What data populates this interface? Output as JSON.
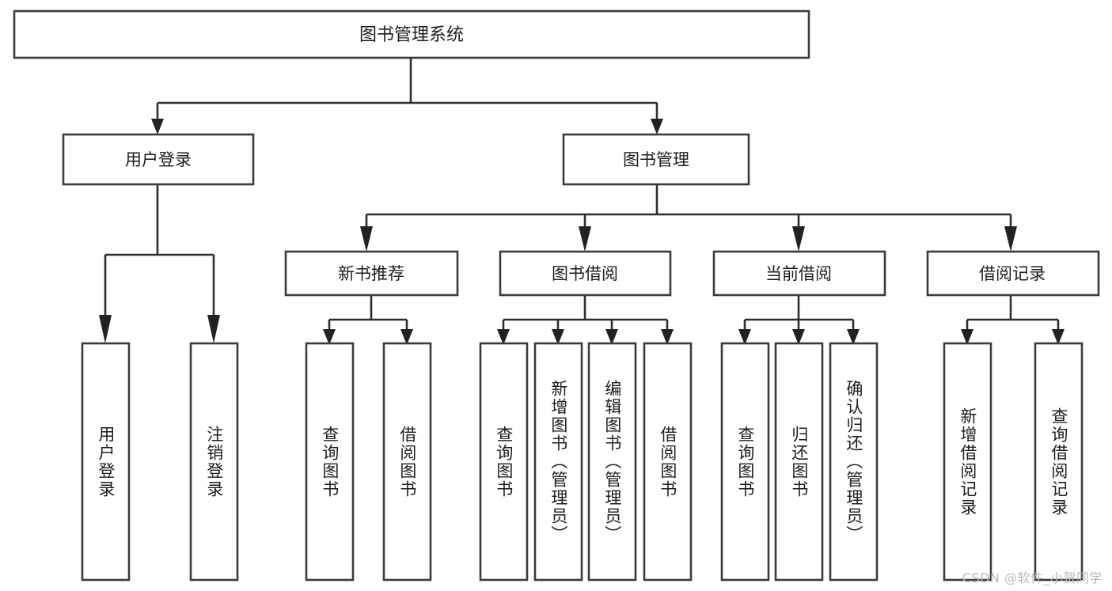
{
  "diagram": {
    "type": "hierarchy-tree",
    "title": "图书管理系统",
    "watermark": "CSDN @软件_小贺同学",
    "colors": {
      "box_stroke": "#3b3b3b",
      "connector": "#2e2e2e",
      "text": "#1d1d1d",
      "background": "#ffffff",
      "watermark": "#b9b9b9"
    },
    "root": {
      "label": "图书管理系统"
    },
    "level2": [
      {
        "label": "用户登录"
      },
      {
        "label": "图书管理"
      }
    ],
    "level3": [
      {
        "label": "新书推荐"
      },
      {
        "label": "图书借阅"
      },
      {
        "label": "当前借阅"
      },
      {
        "label": "借阅记录"
      }
    ],
    "leaves": {
      "user_login": [
        {
          "label": "用户登录"
        },
        {
          "label": "注销登录"
        }
      ],
      "new_book_recommend": [
        {
          "label": "查询图书"
        },
        {
          "label": "借阅图书"
        }
      ],
      "book_borrow": [
        {
          "label": "查询图书"
        },
        {
          "label": "新增图书（管理员）"
        },
        {
          "label": "编辑图书（管理员）"
        },
        {
          "label": "借阅图书"
        }
      ],
      "current_borrow": [
        {
          "label": "查询图书"
        },
        {
          "label": "归还图书"
        },
        {
          "label": "确认归还（管理员）"
        }
      ],
      "borrow_record": [
        {
          "label": "新增借阅记录"
        },
        {
          "label": "查询借阅记录"
        }
      ]
    }
  },
  "chart_data": {
    "type": "table",
    "title": "图书管理系统",
    "nodes": [
      {
        "id": "root",
        "label": "图书管理系统",
        "level": 1,
        "parent": null
      },
      {
        "id": "user-login",
        "label": "用户登录",
        "level": 2,
        "parent": "root"
      },
      {
        "id": "book-manage",
        "label": "图书管理",
        "level": 2,
        "parent": "root"
      },
      {
        "id": "new-book",
        "label": "新书推荐",
        "level": 3,
        "parent": "book-manage"
      },
      {
        "id": "book-borrow",
        "label": "图书借阅",
        "level": 3,
        "parent": "book-manage"
      },
      {
        "id": "current-borrow",
        "label": "当前借阅",
        "level": 3,
        "parent": "book-manage"
      },
      {
        "id": "borrow-record",
        "label": "借阅记录",
        "level": 3,
        "parent": "book-manage"
      },
      {
        "id": "leaf-1",
        "label": "用户登录",
        "level": 4,
        "parent": "user-login"
      },
      {
        "id": "leaf-2",
        "label": "注销登录",
        "level": 4,
        "parent": "user-login"
      },
      {
        "id": "leaf-3",
        "label": "查询图书",
        "level": 4,
        "parent": "new-book"
      },
      {
        "id": "leaf-4",
        "label": "借阅图书",
        "level": 4,
        "parent": "new-book"
      },
      {
        "id": "leaf-5",
        "label": "查询图书",
        "level": 4,
        "parent": "book-borrow"
      },
      {
        "id": "leaf-6",
        "label": "新增图书（管理员）",
        "level": 4,
        "parent": "book-borrow"
      },
      {
        "id": "leaf-7",
        "label": "编辑图书（管理员）",
        "level": 4,
        "parent": "book-borrow"
      },
      {
        "id": "leaf-8",
        "label": "借阅图书",
        "level": 4,
        "parent": "book-borrow"
      },
      {
        "id": "leaf-9",
        "label": "查询图书",
        "level": 4,
        "parent": "current-borrow"
      },
      {
        "id": "leaf-10",
        "label": "归还图书",
        "level": 4,
        "parent": "current-borrow"
      },
      {
        "id": "leaf-11",
        "label": "确认归还（管理员）",
        "level": 4,
        "parent": "current-borrow"
      },
      {
        "id": "leaf-12",
        "label": "新增借阅记录",
        "level": 4,
        "parent": "borrow-record"
      },
      {
        "id": "leaf-13",
        "label": "查询借阅记录",
        "level": 4,
        "parent": "borrow-record"
      }
    ]
  }
}
